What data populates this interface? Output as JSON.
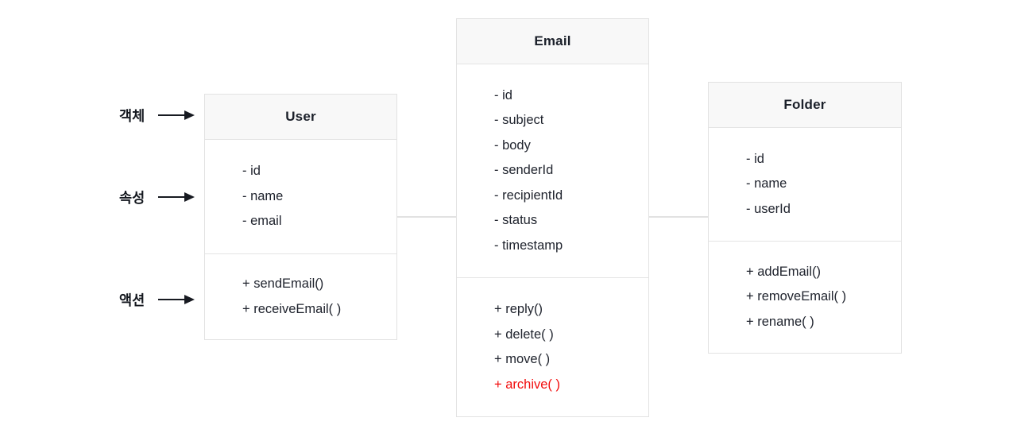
{
  "diagram": {
    "legend": {
      "object_label": "객체",
      "attributes_label": "속성",
      "actions_label": "액션"
    },
    "classes": {
      "user": {
        "title": "User",
        "attributes": [
          "- id",
          "- name",
          "- email"
        ],
        "methods": [
          "+ sendEmail()",
          "+ receiveEmail( )"
        ]
      },
      "email": {
        "title": "Email",
        "attributes": [
          "- id",
          "- subject",
          "- body",
          "- senderId",
          "- recipientId",
          "- status",
          "- timestamp"
        ],
        "methods": [
          "+ reply()",
          "+ delete( )",
          "+ move( )",
          "+ archive( )"
        ]
      },
      "folder": {
        "title": "Folder",
        "attributes": [
          "- id",
          "- name",
          "- userId"
        ],
        "methods": [
          "+ addEmail()",
          "+ removeEmail( )",
          "+ rename( )"
        ]
      }
    },
    "colors": {
      "highlight_red": "#f20d0d",
      "box_border": "#e2e2e2",
      "title_bg": "#f8f8f8",
      "connector_gray": "#e2e2e2",
      "text_dark": "#20242e",
      "arrow_black": "#171a21"
    }
  }
}
